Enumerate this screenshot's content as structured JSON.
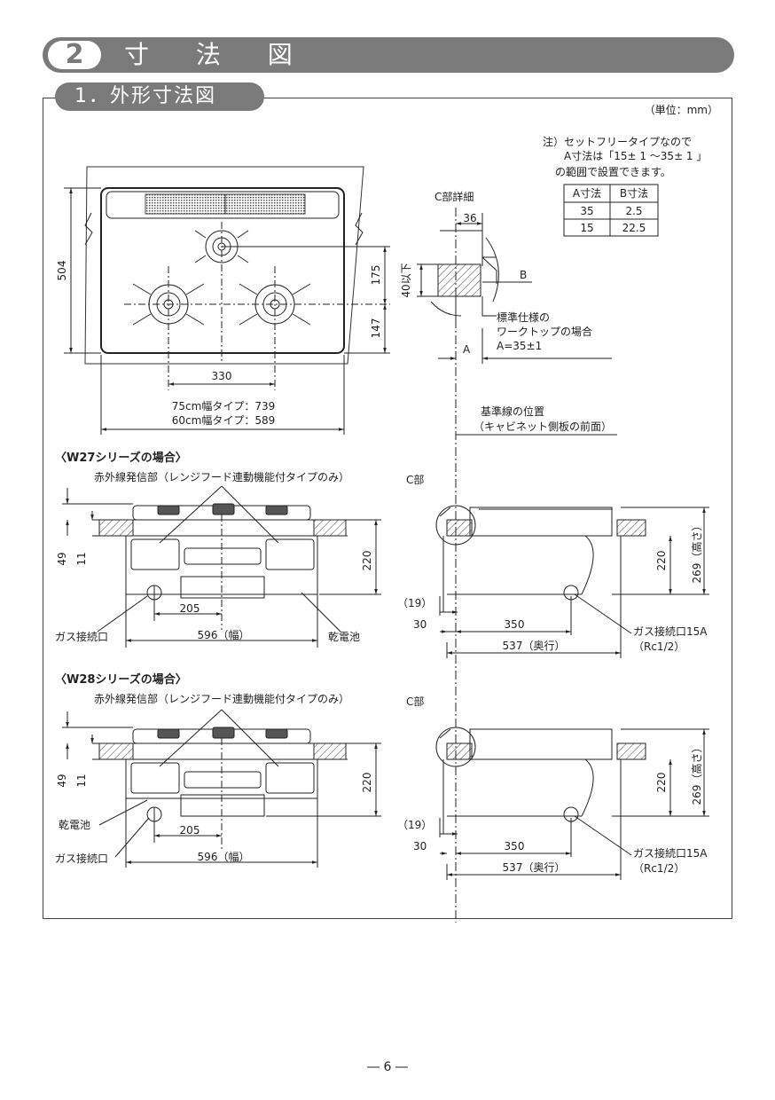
{
  "header": {
    "section_number": "2",
    "section_title": "寸 法 図",
    "subsection_title": "1．外形寸法図"
  },
  "unit_note": "（単位：mm）",
  "notes": {
    "line1": "注）セットフリータイプなので",
    "line2": "A寸法は「15± 1 ～35± 1 」",
    "line3": "の範囲で設置できます。"
  },
  "ab_table": {
    "headers": [
      "A寸法",
      "B寸法"
    ],
    "rows": [
      [
        "35",
        "2.5"
      ],
      [
        "15",
        "22.5"
      ]
    ]
  },
  "top_view": {
    "dim_504": "504",
    "dim_175": "175",
    "dim_147": "147",
    "dim_330": "330",
    "width_75": "75cm幅タイプ：739",
    "width_60": "60cm幅タイプ：589"
  },
  "detail_c": {
    "title": "C部詳細",
    "dim_36": "36",
    "dim_40": "40以下",
    "label_b": "B",
    "label_a": "A",
    "std_line1": "標準仕様の",
    "std_line2": "ワークトップの場合",
    "std_line3": "A=35±1"
  },
  "baseline": {
    "line1": "基準線の位置",
    "line2": "（キャビネット側板の前面）"
  },
  "w27": {
    "title": "〈W27シリーズの場合〉",
    "ir_label": "赤外線発信部（レンジフード連動機能付タイプのみ）",
    "dim_49": "49",
    "dim_11": "11",
    "dim_220": "220",
    "dim_205": "205",
    "dim_596": "596（幅）",
    "gas_inlet": "ガス接続口",
    "battery": "乾電池",
    "c_part": "C部",
    "side_220": "220",
    "side_269": "269（高さ）",
    "dim_19": "（19）",
    "dim_30": "30",
    "dim_350": "350",
    "dim_537": "537（奥行）",
    "gas_side": "ガス接続口15A",
    "gas_side2": "（Rc1/2）"
  },
  "w28": {
    "title": "〈W28シリーズの場合〉",
    "ir_label": "赤外線発信部（レンジフード連動機能付タイプのみ）",
    "dim_49": "49",
    "dim_11": "11",
    "dim_220": "220",
    "dim_205": "205",
    "dim_596": "596（幅）",
    "gas_inlet": "ガス接続口",
    "battery": "乾電池",
    "c_part": "C部",
    "side_220": "220",
    "side_269": "269（高さ）",
    "dim_19": "（19）",
    "dim_30": "30",
    "dim_350": "350",
    "dim_537": "537（奥行）",
    "gas_side": "ガス接続口15A",
    "gas_side2": "（Rc1/2）"
  },
  "page_number": "― 6 ―"
}
